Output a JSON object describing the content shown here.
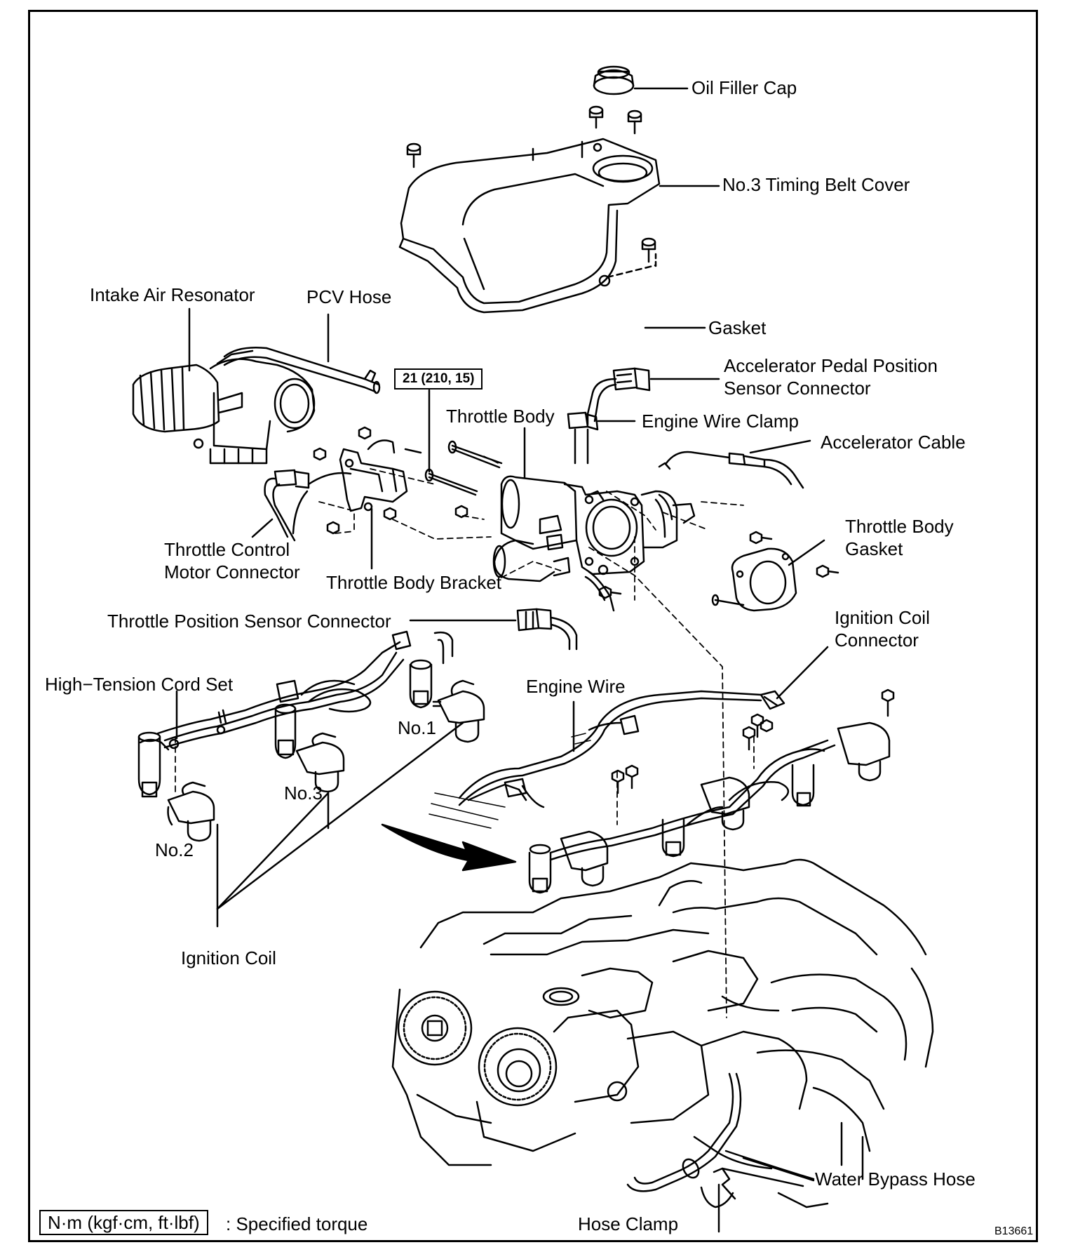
{
  "labels": {
    "oil_filler_cap": "Oil Filler Cap",
    "timing_belt_cover": "No.3 Timing Belt Cover",
    "intake_air_resonator": "Intake Air Resonator",
    "pcv_hose": "PCV Hose",
    "gasket": "Gasket",
    "app_sensor_connector_1": "Accelerator Pedal Position",
    "app_sensor_connector_2": "Sensor Connector",
    "throttle_body": "Throttle Body",
    "engine_wire_clamp": "Engine Wire Clamp",
    "accelerator_cable": "Accelerator Cable",
    "throttle_body_gasket_1": "Throttle Body",
    "throttle_body_gasket_2": "Gasket",
    "throttle_control_motor_connector_1": "Throttle Control",
    "throttle_control_motor_connector_2": "Motor Connector",
    "throttle_body_bracket": "Throttle Body Bracket",
    "throttle_position_sensor_connector": "Throttle Position Sensor Connector",
    "ignition_coil_connector_1": "Ignition Coil",
    "ignition_coil_connector_2": "Connector",
    "high_tension_cord_set": "High−Tension Cord Set",
    "engine_wire": "Engine Wire",
    "no1": "No.1",
    "no3": "No.3",
    "no2": "No.2",
    "ignition_coil": "Ignition Coil",
    "water_bypass_hose": "Water Bypass Hose",
    "hose_clamp": "Hose Clamp"
  },
  "torque_spec": "21 (210, 15)",
  "legend": {
    "unit_box": "N·m (kgf·cm, ft·lbf)",
    "description": ": Specified torque"
  },
  "figure_code": "B13661"
}
